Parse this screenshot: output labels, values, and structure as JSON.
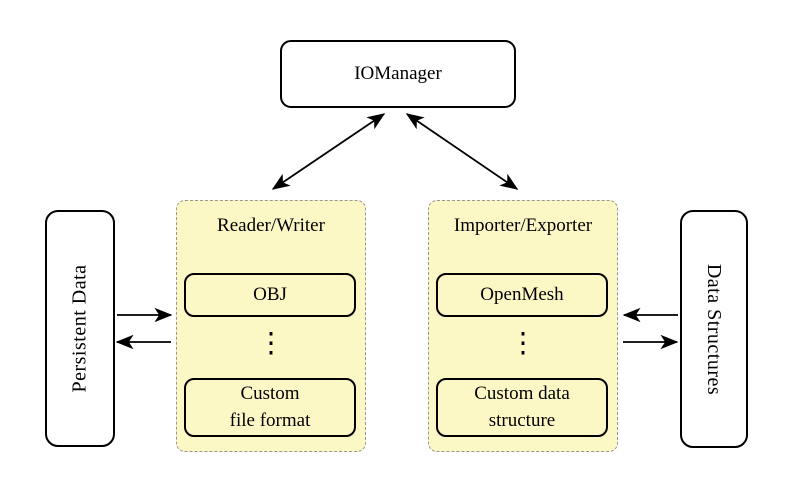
{
  "colors": {
    "background": "#ffffff",
    "panel_fill": "#fbf8c6",
    "panel_border": "#969696",
    "node_fill": "#ffffff",
    "node_border": "#000000",
    "arrow": "#000000"
  },
  "nodes": {
    "iomanager": {
      "label": "IOManager"
    },
    "persistent_data": {
      "label": "Persistent Data"
    },
    "data_structures": {
      "label": "Data Structures"
    }
  },
  "panels": [
    {
      "title": "Reader/Writer",
      "top_item": "OBJ",
      "ellipsis": "⋮",
      "bottom_item_line1": "Custom",
      "bottom_item_line2": "file format"
    },
    {
      "title": "Importer/Exporter",
      "top_item": "OpenMesh",
      "ellipsis": "⋮",
      "bottom_item_line1": "Custom data",
      "bottom_item_line2": "structure"
    }
  ],
  "edges": [
    {
      "from": "IOManager",
      "to": "Reader/Writer",
      "direction": "bidirectional"
    },
    {
      "from": "IOManager",
      "to": "Importer/Exporter",
      "direction": "bidirectional"
    },
    {
      "from": "Persistent Data",
      "to": "Reader/Writer",
      "direction": "forward"
    },
    {
      "from": "Reader/Writer",
      "to": "Persistent Data",
      "direction": "forward"
    },
    {
      "from": "Data Structures",
      "to": "Importer/Exporter",
      "direction": "forward"
    },
    {
      "from": "Importer/Exporter",
      "to": "Data Structures",
      "direction": "forward"
    }
  ]
}
